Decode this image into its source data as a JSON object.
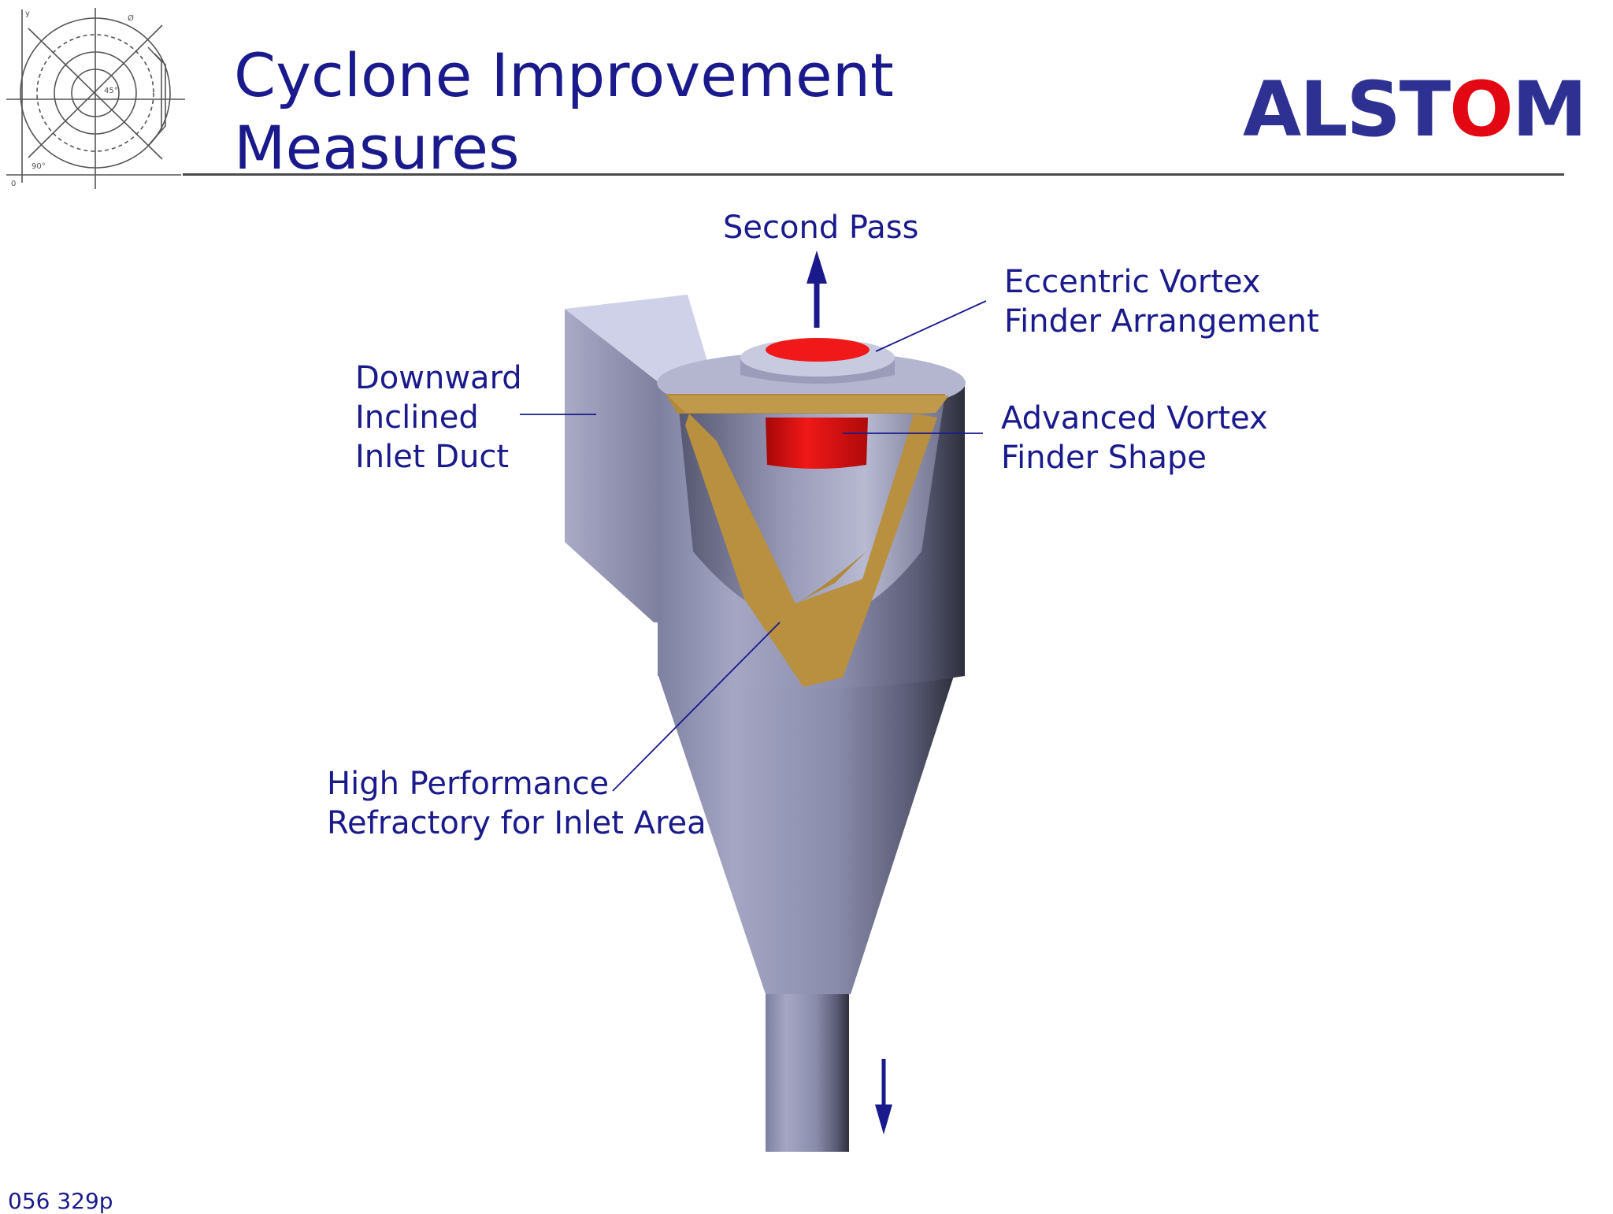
{
  "header": {
    "title_line1": "Cyclone Improvement",
    "title_line2": "Measures",
    "logo": {
      "prefix": "ALST",
      "o": "O",
      "suffix": "M"
    }
  },
  "labels": {
    "second_pass": "Second Pass",
    "eccentric_line1": "Eccentric Vortex",
    "eccentric_line2": "Finder Arrangement",
    "advanced_line1": "Advanced Vortex",
    "advanced_line2": "Finder Shape",
    "inlet_line1": "Downward",
    "inlet_line2": "Inclined",
    "inlet_line3": "Inlet Duct",
    "refractory_line1": "High Performance",
    "refractory_line2": "Refractory for Inlet Area"
  },
  "footer": {
    "code": "056 329p"
  },
  "colors": {
    "title": "#1a1a8c",
    "logo_blue": "#2e3192",
    "logo_red": "#e30613",
    "cyclone_body": "#8e8fb0",
    "refractory": "#b08a3a",
    "vortex_finder": "#e01010"
  }
}
